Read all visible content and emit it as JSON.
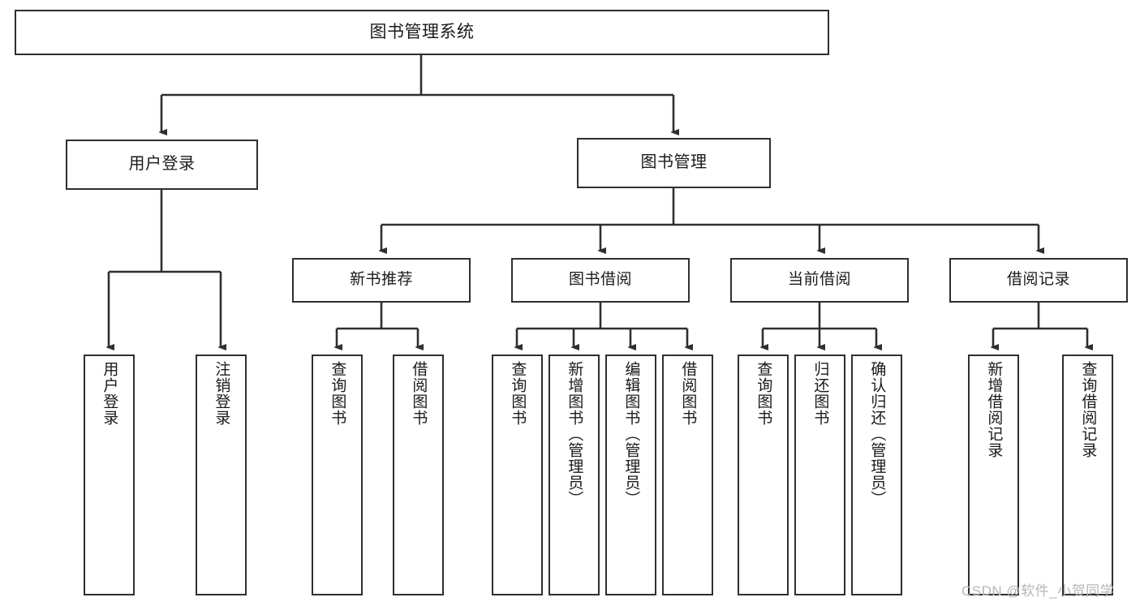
{
  "diagram": {
    "type": "tree-hierarchy",
    "title": "图书管理系统",
    "watermark": "CSDN @软件_小贺同学",
    "style": {
      "line_color": "#2f2f2f",
      "box_border_color": "#2f2f2f",
      "box_fill": "#ffffff",
      "text_color": "#1a1a1a",
      "watermark_color": "#b6b6b6"
    },
    "root": {
      "label": "图书管理系统"
    },
    "level1": [
      {
        "label": "用户登录"
      },
      {
        "label": "图书管理"
      }
    ],
    "level2": [
      {
        "label": "新书推荐"
      },
      {
        "label": "图书借阅"
      },
      {
        "label": "当前借阅"
      },
      {
        "label": "借阅记录"
      }
    ],
    "leaves": {
      "user_login": [
        {
          "label": "用户登录"
        },
        {
          "label": "注销登录"
        }
      ],
      "new_book_recommend": [
        {
          "label": "查询图书"
        },
        {
          "label": "借阅图书"
        }
      ],
      "book_borrow": [
        {
          "label": "查询图书"
        },
        {
          "label": "新增图书（管理员）"
        },
        {
          "label": "编辑图书（管理员）"
        },
        {
          "label": "借阅图书"
        }
      ],
      "current_borrow": [
        {
          "label": "查询图书"
        },
        {
          "label": "归还图书"
        },
        {
          "label": "确认归还（管理员）"
        }
      ],
      "borrow_record": [
        {
          "label": "新增借阅记录"
        },
        {
          "label": "查询借阅记录"
        }
      ]
    }
  }
}
